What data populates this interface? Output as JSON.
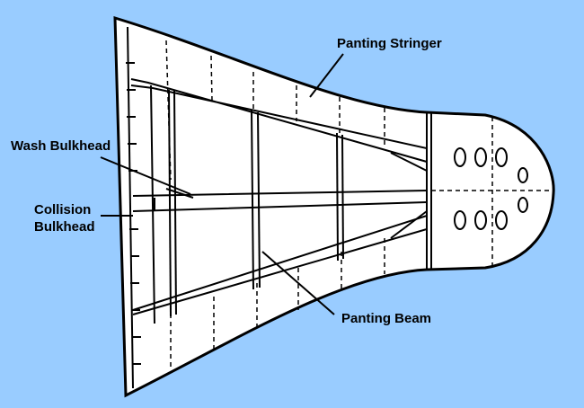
{
  "diagram": {
    "labels": {
      "panting_stringer": "Panting Stringer",
      "wash_bulkhead": "Wash Bulkhead",
      "collision_bulkhead_line1": "Collision",
      "collision_bulkhead_line2": "Bulkhead",
      "panting_beam": "Panting Beam"
    },
    "colors": {
      "background": "#99ccff",
      "hull_fill": "#ffffff",
      "line": "#000000"
    }
  }
}
